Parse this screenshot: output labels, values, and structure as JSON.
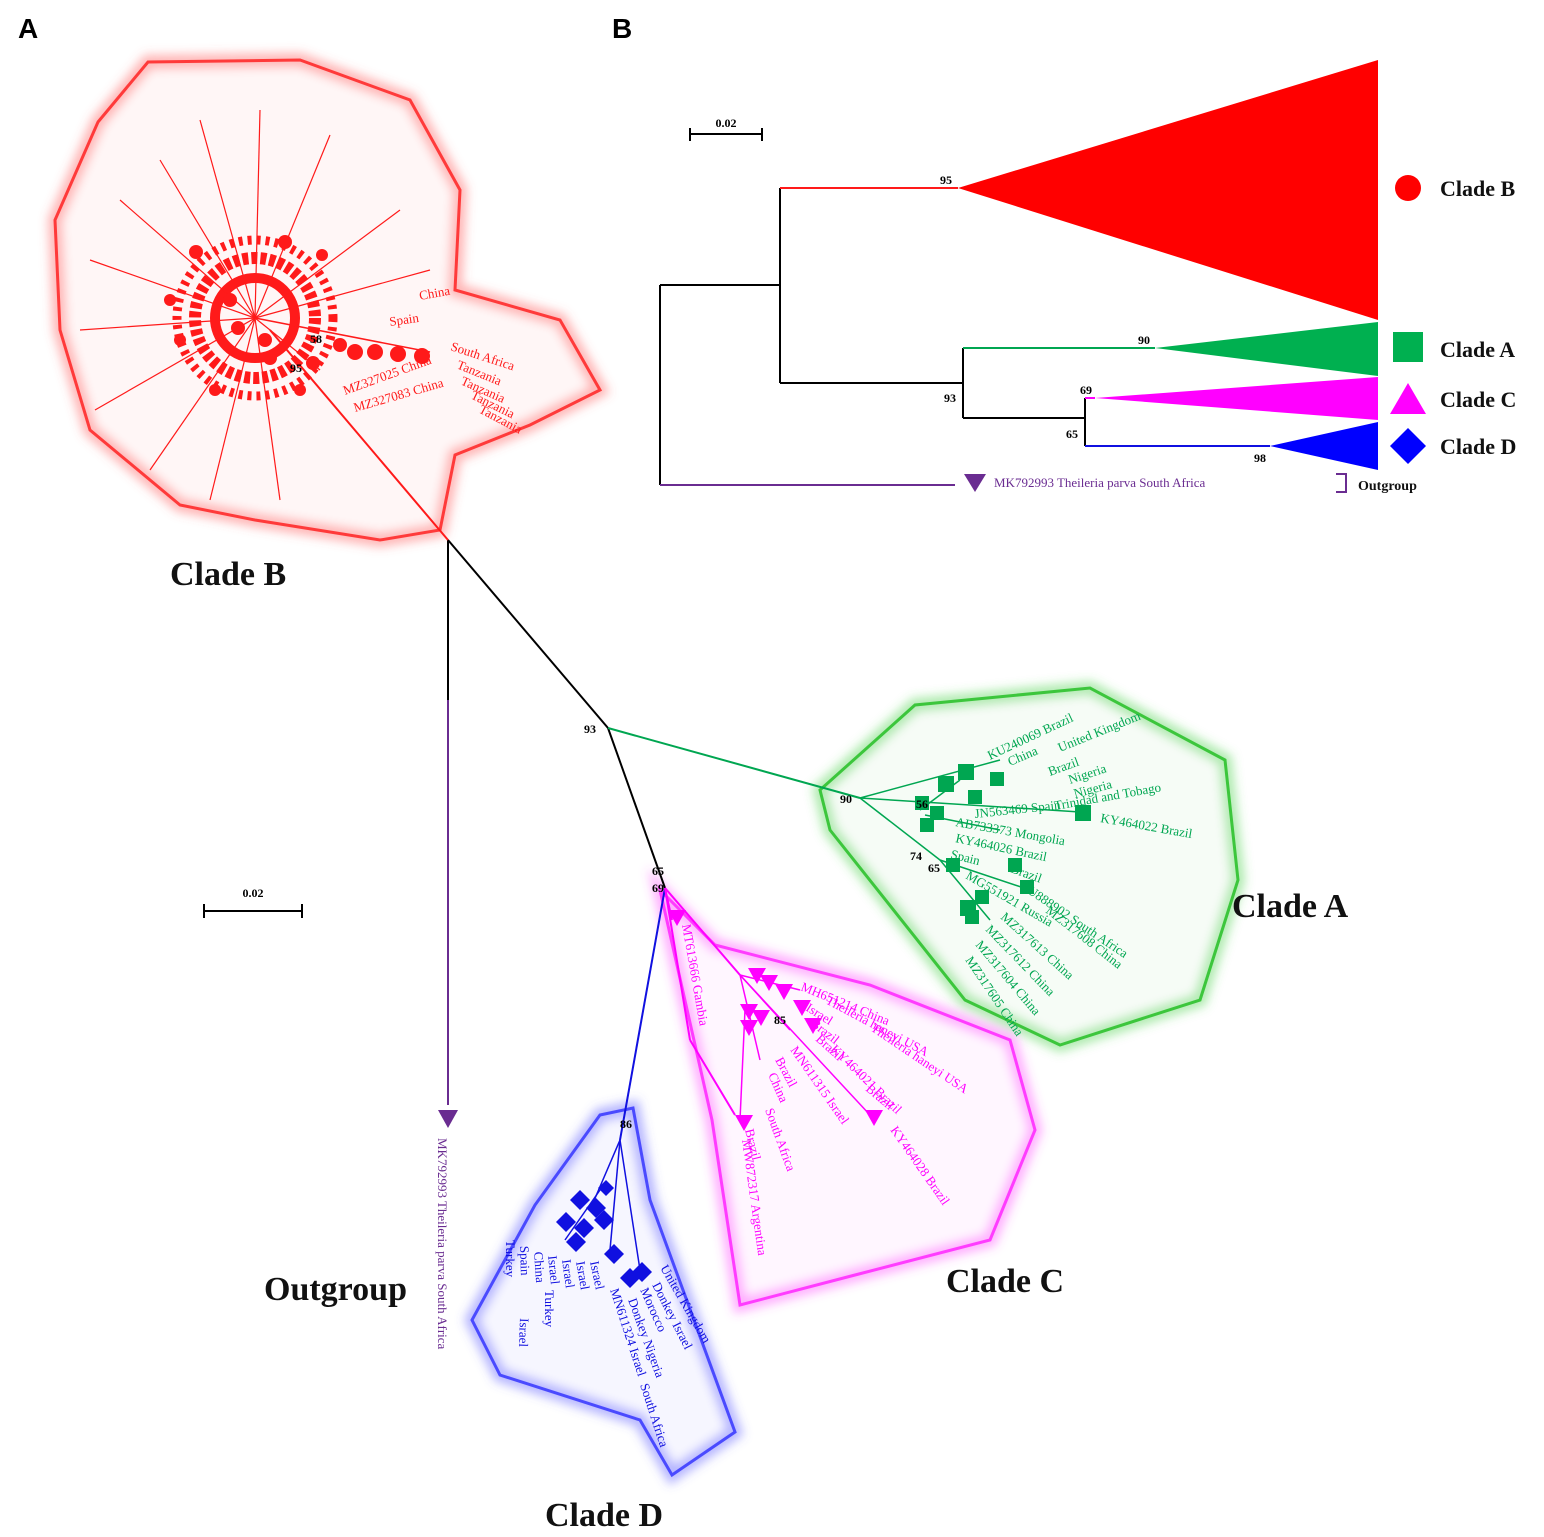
{
  "panels": {
    "a": "A",
    "b": "B"
  },
  "colors": {
    "clade_b": "#ff1a1a",
    "clade_a": "#00a651",
    "clade_c": "#ff00ff",
    "clade_d": "#1010e0",
    "outgroup": "#6a2c91",
    "stem": "#000000"
  },
  "scale_label": "0.02",
  "clade_titles": {
    "b": "Clade B",
    "a": "Clade A",
    "c": "Clade C",
    "d": "Clade D",
    "outgroup": "Outgroup"
  },
  "bootstrap_a": {
    "root": "93",
    "clade_a": "90",
    "clade_c_d": "65",
    "clade_c": "69",
    "clade_d": "86",
    "clade_b_inner": "58",
    "clade_b_stem": "95",
    "a_inner1": "74",
    "a_inner2": "65",
    "a_inner3": "56",
    "a_inner4": "85"
  },
  "bootstrap_b": {
    "clade_b": "95",
    "clade_a": "90",
    "a_c_d": "93",
    "clade_c": "69",
    "c_d": "65",
    "clade_d": "98"
  },
  "outgroup_label": "MK792993 Theileria parva South Africa",
  "legend": {
    "clade_b": "Clade B",
    "clade_a": "Clade A",
    "clade_c": "Clade C",
    "clade_d": "Clade D",
    "outgroup": "Outgroup"
  },
  "leaves_b": [
    "South Africa",
    "Tanzania",
    "Tanzania",
    "Tanzania",
    "Tanzania",
    "MZ327025 China",
    "MZ327083 China",
    "Spain",
    "China"
  ],
  "leaves_a": [
    "KU240069 Brazil",
    "China",
    "United Kingdom",
    "Brazil",
    "Nigeria",
    "Nigeria",
    "Trinidad and Tobago",
    "JN563469 Spain",
    "KY464022 Brazil",
    "AB733373 Mongolia",
    "KY464026 Brazil",
    "Spain",
    "Brazil",
    "EU888902 South Africa",
    "MG551921 Russia",
    "MZ317608 China",
    "MZ317613 China",
    "MZ317612 China",
    "MZ317604 China",
    "MZ317605 China"
  ],
  "leaves_c": [
    "MT613666 Gambia",
    "MH651214 China",
    "Theileria haneyi USA",
    "Israel",
    "Brazil",
    "Brazil",
    "Theileria haneyi USA",
    "KY464021 Brazil",
    "Brazil",
    "MN611315 Israel",
    "Brazil",
    "China",
    "South Africa",
    "Brazil",
    "KY464028 Brazil",
    "MW872317 Argentina"
  ],
  "leaves_d": [
    "United Kingdom",
    "Donkey Israel",
    "Morocco",
    "Donkey Nigeria",
    "MN611324 Israel",
    "South Africa",
    "Israel",
    "Israel",
    "Israel",
    "Israel",
    "China",
    "Spain",
    "Turkey",
    "Israel",
    "Turkey"
  ]
}
